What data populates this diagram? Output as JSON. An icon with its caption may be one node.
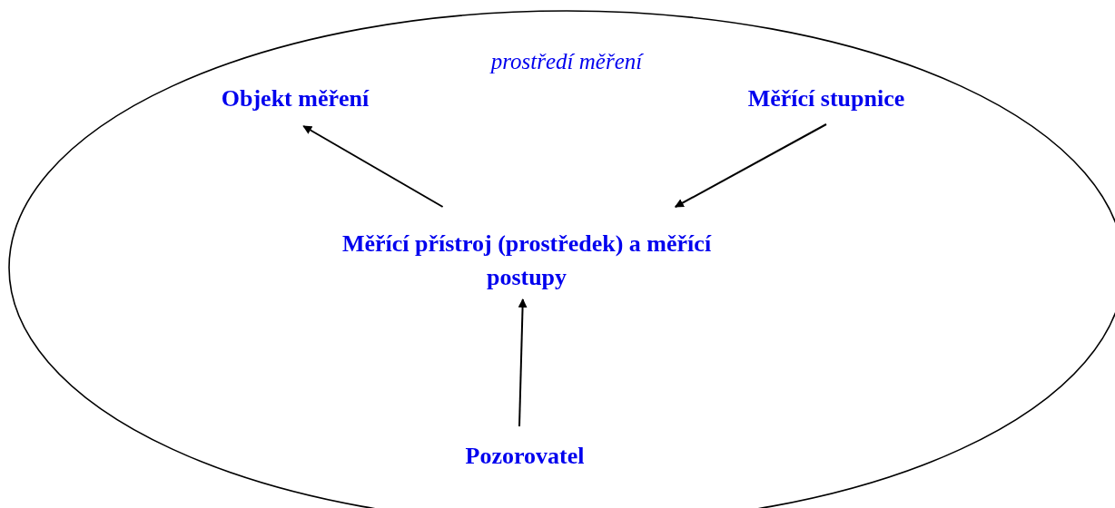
{
  "diagram": {
    "nodes": [
      {
        "text": [
          "prostředí měření"
        ]
      },
      {
        "text": [
          "Objekt měření"
        ],
        "in": 0
      },
      {
        "text": [
          "Měřící stupnice"
        ],
        "in": 0
      },
      {
        "text": [
          "Měřící přístroj (prostředek) a měřící postupy"
        ],
        "in": 0
      },
      {
        "text": [
          "Pozorovatel"
        ],
        "in": 0
      }
    ],
    "edges": [
      {
        "from": 3,
        "to": 1,
        "arrow": "to"
      },
      {
        "from": 2,
        "to": 3,
        "arrow": "to"
      },
      {
        "from": 4,
        "to": 3,
        "arrow": "to"
      }
    ]
  }
}
